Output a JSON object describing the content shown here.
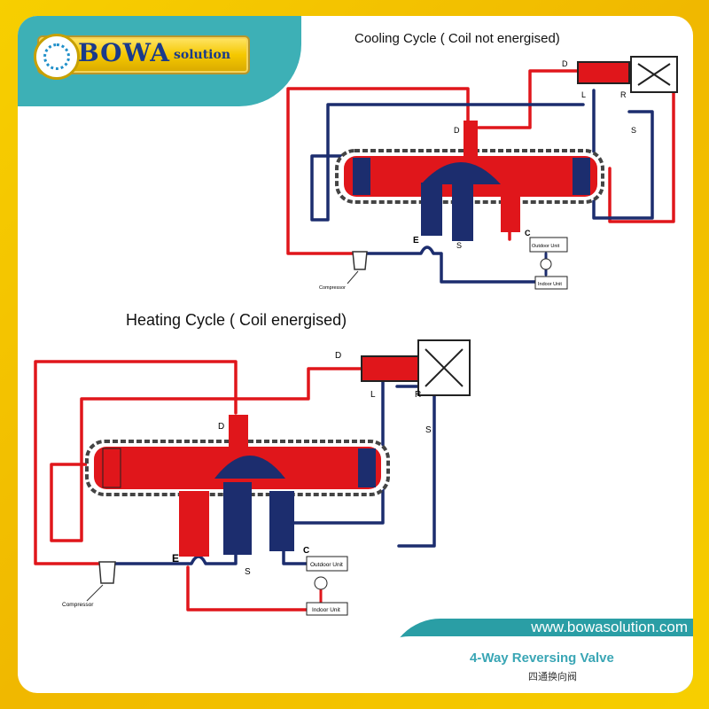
{
  "logo": {
    "main": "BOWA",
    "sub": "solution"
  },
  "cooling": {
    "title": "Cooling Cycle ( Coil not energised)",
    "labels": {
      "D_top": "D",
      "L": "L",
      "R": "R",
      "S": "S",
      "D_body": "D",
      "E": "E",
      "S_body": "S",
      "C": "C",
      "outdoor": "Outdoor Unit",
      "indoor": "Indoor Unit",
      "compressor": "Compressor"
    }
  },
  "heating": {
    "title": "Heating Cycle ( Coil energised)",
    "labels": {
      "D_top": "D",
      "L": "L",
      "R": "R",
      "S": "S",
      "D_body": "D",
      "E": "E",
      "S_body": "S",
      "C": "C",
      "outdoor": "Outdoor Unit",
      "indoor": "Indoor Unit",
      "compressor": "Compressor"
    }
  },
  "footer": {
    "url": "www.bowasolution.com",
    "product": "4-Way Reversing Valve",
    "chinese": "四通换向阀"
  },
  "colors": {
    "hot": "#e0161b",
    "cold": "#1c2d6e",
    "teal": "#3db0b6",
    "gold": "#f5c400"
  }
}
